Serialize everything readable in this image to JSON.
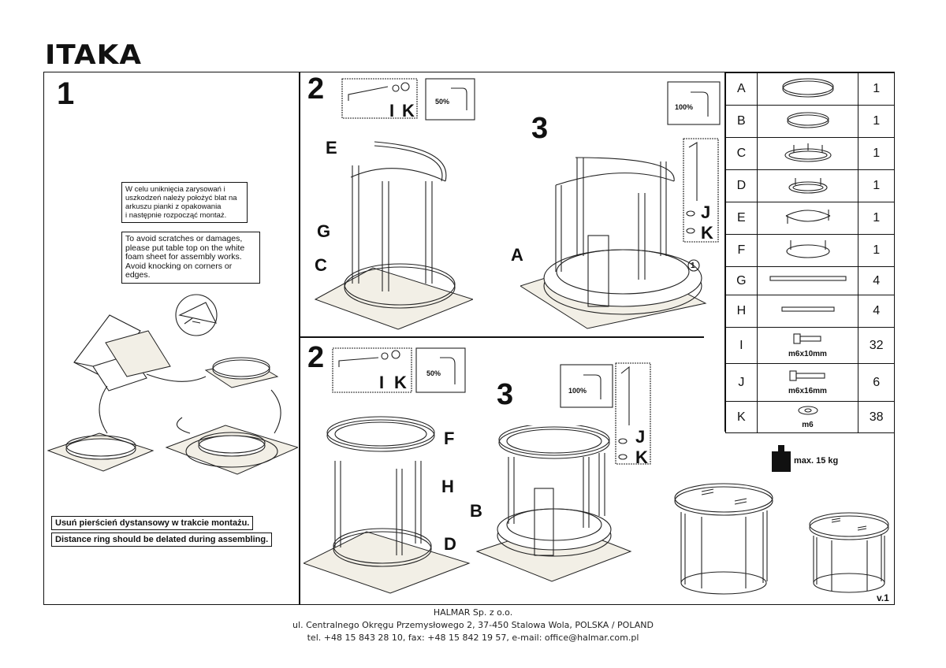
{
  "document": {
    "title": "ITAKA",
    "version": "v.1"
  },
  "steps": {
    "s1": "1",
    "s2a": "2",
    "s3a": "3",
    "s2b": "2",
    "s3b": "3"
  },
  "notes": {
    "polish": [
      "W celu uniknięcia zarysowań i",
      "uszkodzeń należy położyć blat na",
      "arkuszu pianki z opakowania",
      "i następnie rozpocząć montaż."
    ],
    "english": [
      "To avoid scratches  or damages,",
      "please put  table top on the white",
      "foam sheet for assembly  works.",
      "Avoid knocking on corners or edges."
    ],
    "ring_pl": "Usuń pierścień dystansowy w trakcie montażu.",
    "ring_en": "Distance ring should be delated during assembling."
  },
  "tool_labels": {
    "torque_50": "50%",
    "torque_100": "100%",
    "hw_i": "I",
    "hw_k": "K",
    "hw_j": "J",
    "circle_one": "1"
  },
  "part_labels": {
    "a": "A",
    "b": "B",
    "c": "C",
    "d": "D",
    "e": "E",
    "f": "F",
    "g": "G",
    "h": "H",
    "ja": "J",
    "ka": "K",
    "jb": "J",
    "kb": "K",
    "i2a": "I",
    "k2a": "K",
    "i2b": "I",
    "k2b": "K"
  },
  "parts_table": [
    {
      "letter": "A",
      "spec": "",
      "qty": "1",
      "icon": "round-top-large"
    },
    {
      "letter": "B",
      "spec": "",
      "qty": "1",
      "icon": "round-top-small"
    },
    {
      "letter": "C",
      "spec": "",
      "qty": "1",
      "icon": "ring-with-pins"
    },
    {
      "letter": "D",
      "spec": "",
      "qty": "1",
      "icon": "small-ring-with-pins"
    },
    {
      "letter": "E",
      "spec": "",
      "qty": "1",
      "icon": "half-ring-with-legs"
    },
    {
      "letter": "F",
      "spec": "",
      "qty": "1",
      "icon": "ring-with-legs"
    },
    {
      "letter": "G",
      "spec": "",
      "qty": "4",
      "icon": "long-bar"
    },
    {
      "letter": "H",
      "spec": "",
      "qty": "4",
      "icon": "short-bar"
    },
    {
      "letter": "I",
      "spec": "m6x10mm",
      "qty": "32",
      "icon": "short-screw"
    },
    {
      "letter": "J",
      "spec": "m6x16mm",
      "qty": "6",
      "icon": "long-screw"
    },
    {
      "letter": "K",
      "spec": "m6",
      "qty": "38",
      "icon": "washer"
    }
  ],
  "weight": {
    "label": "max. 15 kg",
    "icon": "weight-icon"
  },
  "footer": {
    "company": "HALMAR Sp. z o.o.",
    "address": "ul. Centralnego Okręgu Przemysłowego 2, 37-450 Stalowa Wola, POLSKA / POLAND",
    "contact": "tel. +48 15 843 28 10, fax: +48 15 842 19 57, e-mail: office@halmar.com.pl"
  }
}
